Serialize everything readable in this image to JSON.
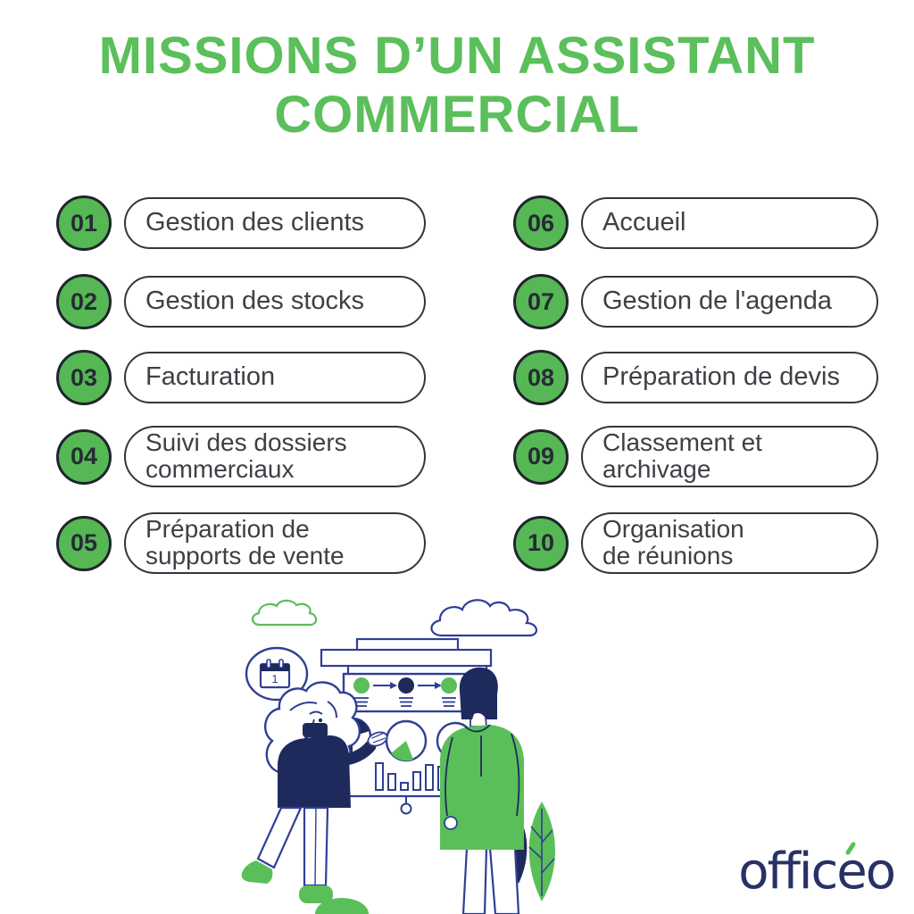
{
  "title": {
    "line1": "MISSIONS D’UN ASSISTANT",
    "line2": "COMMERCIAL"
  },
  "list": {
    "items": [
      {
        "number": "01",
        "lines": [
          "Gestion des clients",
          ""
        ]
      },
      {
        "number": "02",
        "lines": [
          "Gestion des stocks",
          ""
        ]
      },
      {
        "number": "03",
        "lines": [
          "Facturation",
          ""
        ]
      },
      {
        "number": "04",
        "lines": [
          "Suivi des dossiers",
          "commerciaux"
        ]
      },
      {
        "number": "05",
        "lines": [
          "Préparation de",
          "supports de vente"
        ]
      },
      {
        "number": "06",
        "lines": [
          "Accueil",
          ""
        ]
      },
      {
        "number": "07",
        "lines": [
          "Gestion de l'agenda",
          ""
        ]
      },
      {
        "number": "08",
        "lines": [
          "Préparation de devis",
          ""
        ]
      },
      {
        "number": "09",
        "lines": [
          "Classement et",
          "archivage"
        ]
      },
      {
        "number": "10",
        "lines": [
          "Organisation",
          "de réunions"
        ]
      }
    ]
  },
  "illustration": {
    "calendar_number": "1"
  },
  "logo": {
    "full": "officéo",
    "before": "offic",
    "accent_letter": "e",
    "after": "o"
  },
  "colors": {
    "title_green": "#5bbf5b",
    "badge_green": "#55b855",
    "illustration_green": "#5abf58",
    "illustration_outline_navy": "#2f3f94",
    "illustration_fill_navy": "#1f2a5c",
    "pill_border": "#33373d",
    "pill_text": "#3d4045",
    "logo_navy": "#283166"
  }
}
